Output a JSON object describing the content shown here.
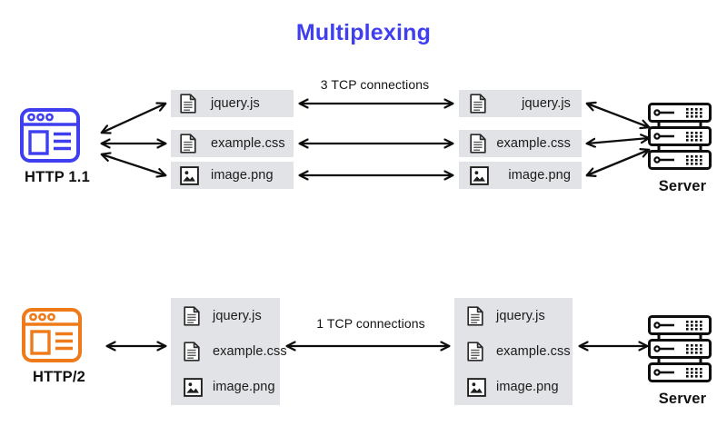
{
  "title": "Multiplexing",
  "colors": {
    "title": "#3f3ff0",
    "http11_accent": "#3f3ff0",
    "http2_accent": "#ef7a1a",
    "box_fill": "#e2e3e7",
    "arrow": "#0d0d0d",
    "text": "#121212"
  },
  "sections": [
    {
      "id": "http11",
      "client": {
        "icon": "browser-icon",
        "label": "HTTP 1.1",
        "color": "#3f3ff0"
      },
      "server": {
        "icon": "server-icon",
        "label": "Server"
      },
      "connection_label": "3 TCP connections",
      "grouping": "separate",
      "files": [
        {
          "icon": "document-icon",
          "name": "jquery.js"
        },
        {
          "icon": "document-icon",
          "name": "example.css"
        },
        {
          "icon": "image-icon",
          "name": "image.png"
        }
      ]
    },
    {
      "id": "http2",
      "client": {
        "icon": "browser-icon",
        "label": "HTTP/2",
        "color": "#ef7a1a"
      },
      "server": {
        "icon": "server-icon",
        "label": "Server"
      },
      "connection_label": "1 TCP connections",
      "grouping": "single",
      "files": [
        {
          "icon": "document-icon",
          "name": "jquery.js"
        },
        {
          "icon": "document-icon",
          "name": "example.css"
        },
        {
          "icon": "image-icon",
          "name": "image.png"
        }
      ]
    }
  ]
}
